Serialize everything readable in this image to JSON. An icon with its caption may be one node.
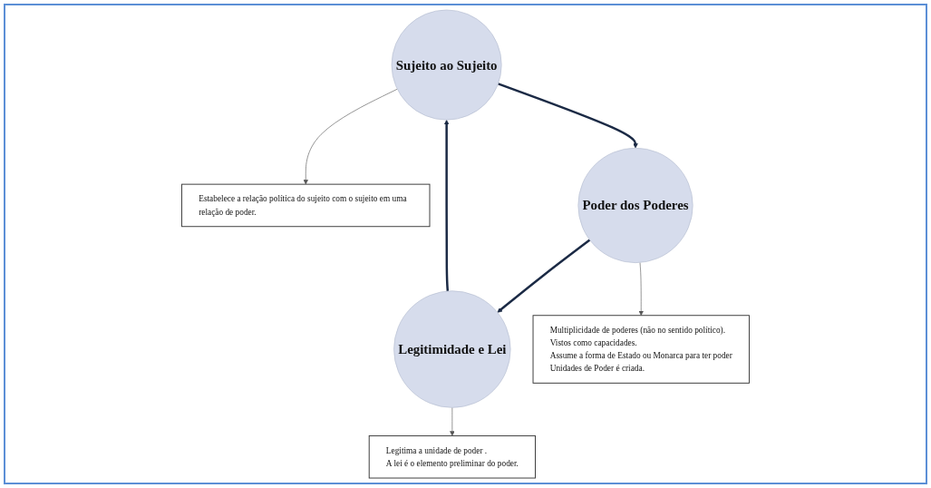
{
  "diagram": {
    "nodes": [
      {
        "text": [
          "Sujeito ao Sujeito"
        ]
      },
      {
        "text": [
          "Estabelece a relação política do sujeito com o sujeito em uma relação de poder."
        ]
      },
      {
        "text": [
          "Legitimidade e Lei"
        ]
      },
      {
        "text": [
          "Poder dos Poderes"
        ]
      },
      {
        "text": [
          "Legitima a unidade de poder .",
          "A lei é o elemento preliminar do poder."
        ]
      },
      {
        "text": [
          "Multiplicidade de poderes (não no sentido político).",
          "Vistos como capacidades.",
          "Assume a forma de Estado ou Monarca para ter poder",
          "Unidades de Poder é criada."
        ]
      }
    ],
    "edges": [
      {
        "from": 0,
        "to": 3,
        "arrow": "to",
        "style": "thick",
        "color": "#1b2a45"
      },
      {
        "from": 3,
        "to": 2,
        "arrow": "to",
        "style": "thick",
        "color": "#1b2a45"
      },
      {
        "from": 2,
        "to": 0,
        "arrow": "to",
        "style": "thick",
        "color": "#1b2a45"
      },
      {
        "from": 0,
        "to": 1,
        "arrow": "to"
      },
      {
        "from": 2,
        "to": 4,
        "arrow": "to"
      },
      {
        "from": 3,
        "to": 5,
        "arrow": "to"
      }
    ]
  }
}
